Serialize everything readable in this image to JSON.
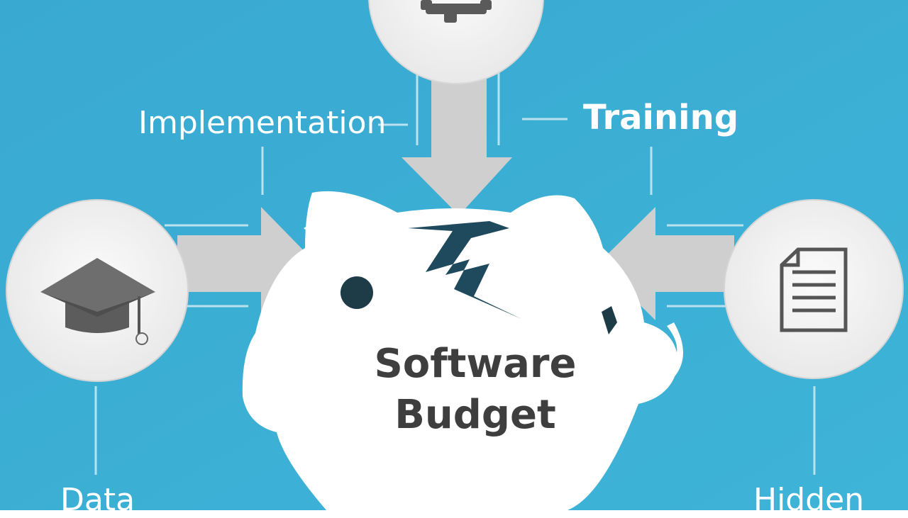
{
  "diagram": {
    "center": {
      "line1": "Software",
      "line2": "Budget"
    },
    "labels": {
      "implementation": "Implementation",
      "training": "Training",
      "data": "Data",
      "hidden": "Hidden"
    },
    "icons": {
      "top": "gear-icon",
      "left": "graduation-cap-icon",
      "right": "document-icon",
      "center": "piggy-bank-icon",
      "crack": "crack-icon"
    },
    "colors": {
      "background": "#3aafd3",
      "circle": "#f2f2f2",
      "arrow": "#cfcfcf",
      "icon": "#5a5a5a",
      "crack": "#1f4a5e",
      "text": "#ffffff",
      "center_text": "#3e3e3e"
    }
  }
}
